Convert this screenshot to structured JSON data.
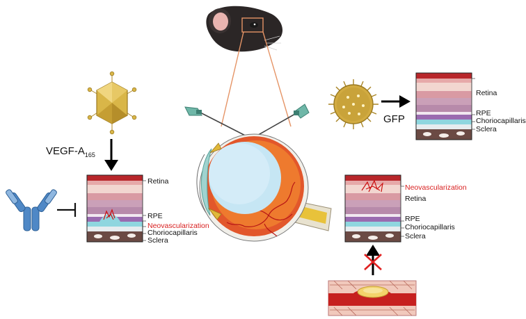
{
  "treatment": {
    "vegf_label": "VEGF-A",
    "vegf_subscript": "165",
    "gfp_label": "GFP"
  },
  "panel_left": {
    "labels": [
      "Retina",
      "RPE",
      "Neovascularization",
      "Choriocapillaris",
      "Sclera"
    ]
  },
  "panel_top_right": {
    "labels": [
      "Retina",
      "RPE",
      "Choriocapillaris",
      "Sclera"
    ]
  },
  "panel_bottom_right": {
    "labels": [
      "Neovascularization",
      "Retina",
      "RPE",
      "Choriocapillaris",
      "Sclera"
    ]
  },
  "colors": {
    "neovascularization": "#d81e1e",
    "antibody": "#4f88c6",
    "aav_capsid": "#d9b648",
    "virus": "#c9a33a",
    "retina_tissue": "#d99aa3",
    "rpe": "#8fd6df",
    "choroid": "#6b4a44"
  },
  "icons": [
    "mouse-head",
    "aav-capsid-icon",
    "virus-particle-icon",
    "antibody-icon",
    "eye-cross-section",
    "syringe-needle-icon",
    "blood-vessel-icon",
    "inhibition-x-icon"
  ]
}
